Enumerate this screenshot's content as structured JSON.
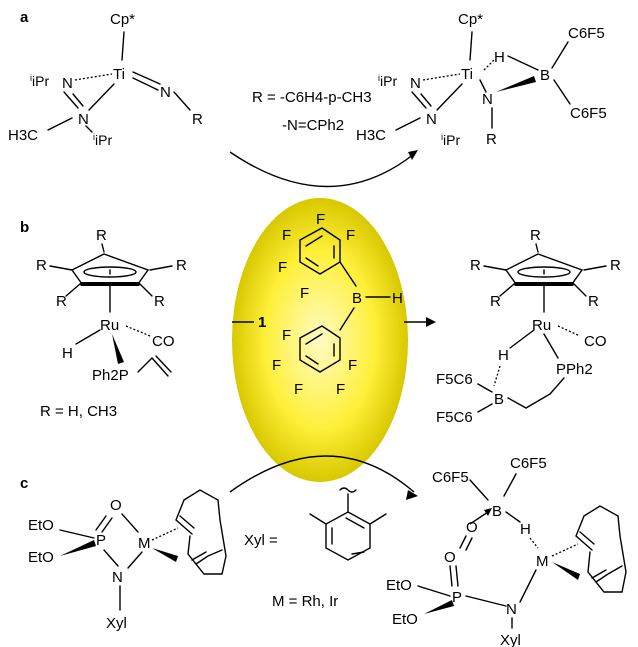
{
  "panels": {
    "a": "a",
    "b": "b",
    "c": "c"
  },
  "catalyst_number": "1",
  "panel_a": {
    "conditions_line1": "R = -C6H4-p-CH3",
    "conditions_line2": "-N=CPh2",
    "atoms": {
      "cp": "Cp*",
      "ipr": "iPr",
      "n": "N",
      "ti": "Ti",
      "r": "R",
      "h3c": "H3C",
      "b": "B",
      "h": "H",
      "c6f5": "C6F5"
    }
  },
  "panel_b": {
    "r_definition": "R = H, CH3",
    "atoms": {
      "r": "R",
      "ru": "Ru",
      "co": "CO",
      "h": "H",
      "ph2p": "Ph2P",
      "pph2": "PPh2",
      "b": "B",
      "f5c6": "F5C6"
    }
  },
  "panel_c": {
    "xyl_label": "Xyl",
    "m_definition": "M = Rh, Ir",
    "atoms": {
      "eto": "EtO",
      "p": "P",
      "o": "O",
      "m": "M",
      "n": "N",
      "xyl": "Xyl",
      "b": "B",
      "h": "H",
      "c6f5": "C6F5"
    }
  },
  "borane": {
    "atoms": {
      "f": "F",
      "b": "B",
      "h": "H"
    }
  },
  "colors": {
    "ellipse_center": "#fffbc4",
    "ellipse_mid": "#fff03a",
    "ellipse_edge": "#d8c800"
  }
}
